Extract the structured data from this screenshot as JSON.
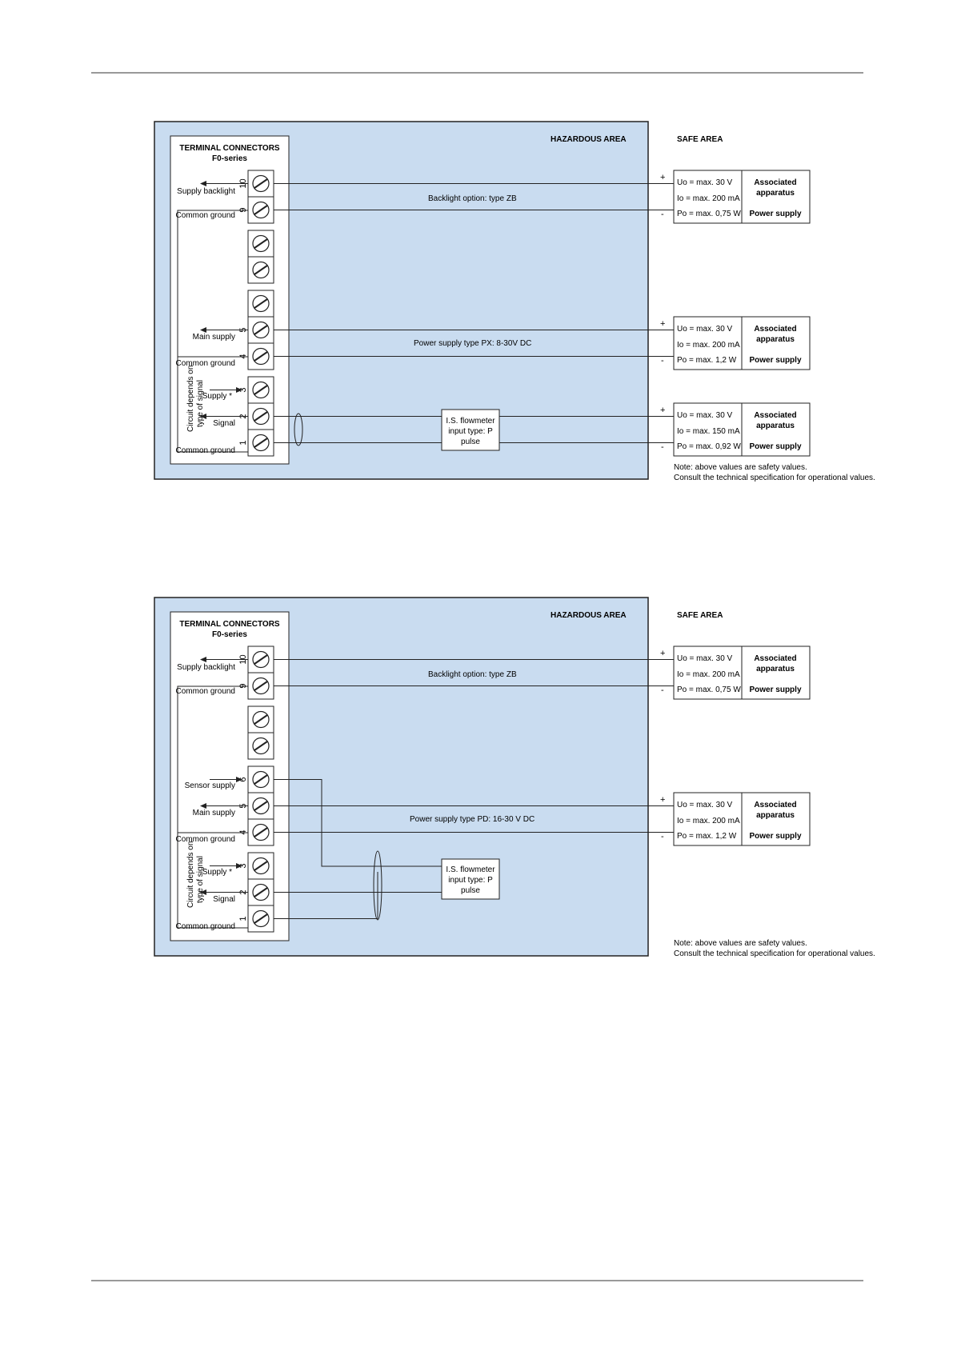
{
  "diagrams": [
    {
      "hazardous_label": "HAZARDOUS AREA",
      "safe_label": "SAFE AREA",
      "terminal_title": "TERMINAL CONNECTORS",
      "terminal_subtitle": "F0-series",
      "terminals": [
        {
          "num": "10",
          "label": "Supply backlight",
          "arrow": "out"
        },
        {
          "num": "9",
          "label": "Common ground",
          "arrow": "none"
        },
        {
          "num": "",
          "label": "",
          "arrow": "none"
        },
        {
          "num": "",
          "label": "",
          "arrow": "none"
        },
        {
          "num": "",
          "label": "",
          "arrow": "none"
        },
        {
          "num": "5",
          "label": "Main supply",
          "arrow": "out"
        },
        {
          "num": "4",
          "label": "Common ground",
          "arrow": "none"
        },
        {
          "num": "3",
          "label": "Supply *",
          "arrow": "in"
        },
        {
          "num": "2",
          "label": "Signal",
          "arrow": "out"
        },
        {
          "num": "1",
          "label": "Common ground",
          "arrow": "none"
        }
      ],
      "circuit_note": [
        "Circuit depends on",
        "type of signal"
      ],
      "wire_labels": [
        "Backlight option: type ZB",
        "Power supply type PX: 8-30V DC"
      ],
      "flowmeter": [
        "I.S. flowmeter",
        "input type: P",
        "pulse"
      ],
      "safe_boxes": [
        {
          "plus": "+",
          "minus": "-",
          "uo": "Uo = max. 30 V",
          "io": "Io   = max. 200 mA",
          "po": "Po  = max. 0,75 W",
          "assoc": [
            "Associated",
            "apparatus"
          ],
          "supply": "Power supply"
        },
        {
          "plus": "+",
          "minus": "-",
          "uo": "Uo = max. 30 V",
          "io": "Io   = max. 200 mA",
          "po": "Po  = max. 1,2 W",
          "assoc": [
            "Associated",
            "apparatus"
          ],
          "supply": "Power supply"
        },
        {
          "plus": "+",
          "minus": "-",
          "uo": "Uo = max. 30 V",
          "io": "Io   = max. 150 mA",
          "po": "Po  = max. 0,92 W",
          "assoc": [
            "Associated",
            "apparatus"
          ],
          "supply": "Power supply"
        }
      ],
      "note": [
        "Note: above values are safety values.",
        "Consult the technical specification for operational values."
      ]
    },
    {
      "hazardous_label": "HAZARDOUS AREA",
      "safe_label": "SAFE AREA",
      "terminal_title": "TERMINAL CONNECTORS",
      "terminal_subtitle": "F0-series",
      "terminals": [
        {
          "num": "10",
          "label": "Supply backlight",
          "arrow": "out"
        },
        {
          "num": "9",
          "label": "Common ground",
          "arrow": "none"
        },
        {
          "num": "",
          "label": "",
          "arrow": "none"
        },
        {
          "num": "",
          "label": "",
          "arrow": "none"
        },
        {
          "num": "6",
          "label": "Sensor supply",
          "arrow": "in"
        },
        {
          "num": "5",
          "label": "Main supply",
          "arrow": "out"
        },
        {
          "num": "4",
          "label": "Common ground",
          "arrow": "none"
        },
        {
          "num": "3",
          "label": "Supply *",
          "arrow": "in"
        },
        {
          "num": "2",
          "label": "Signal",
          "arrow": "out"
        },
        {
          "num": "1",
          "label": "Common ground",
          "arrow": "none"
        }
      ],
      "circuit_note": [
        "Circuit depends on",
        "type of signal"
      ],
      "wire_labels": [
        "Backlight option: type ZB",
        "Power supply type PD: 16-30 V DC"
      ],
      "flowmeter": [
        "I.S. flowmeter",
        "input type: P",
        "pulse"
      ],
      "safe_boxes": [
        {
          "plus": "+",
          "minus": "-",
          "uo": "Uo = max. 30 V",
          "io": "Io   = max. 200 mA",
          "po": "Po  = max. 0,75 W",
          "assoc": [
            "Associated",
            "apparatus"
          ],
          "supply": "Power supply"
        },
        {
          "plus": "+",
          "minus": "-",
          "uo": "Uo = max. 30 V",
          "io": "Io   = max. 200 mA",
          "po": "Po  = max. 1,2 W",
          "assoc": [
            "Associated",
            "apparatus"
          ],
          "supply": "Power supply"
        }
      ],
      "note": [
        "Note: above values are safety values.",
        "Consult the technical specification for operational values."
      ]
    }
  ]
}
